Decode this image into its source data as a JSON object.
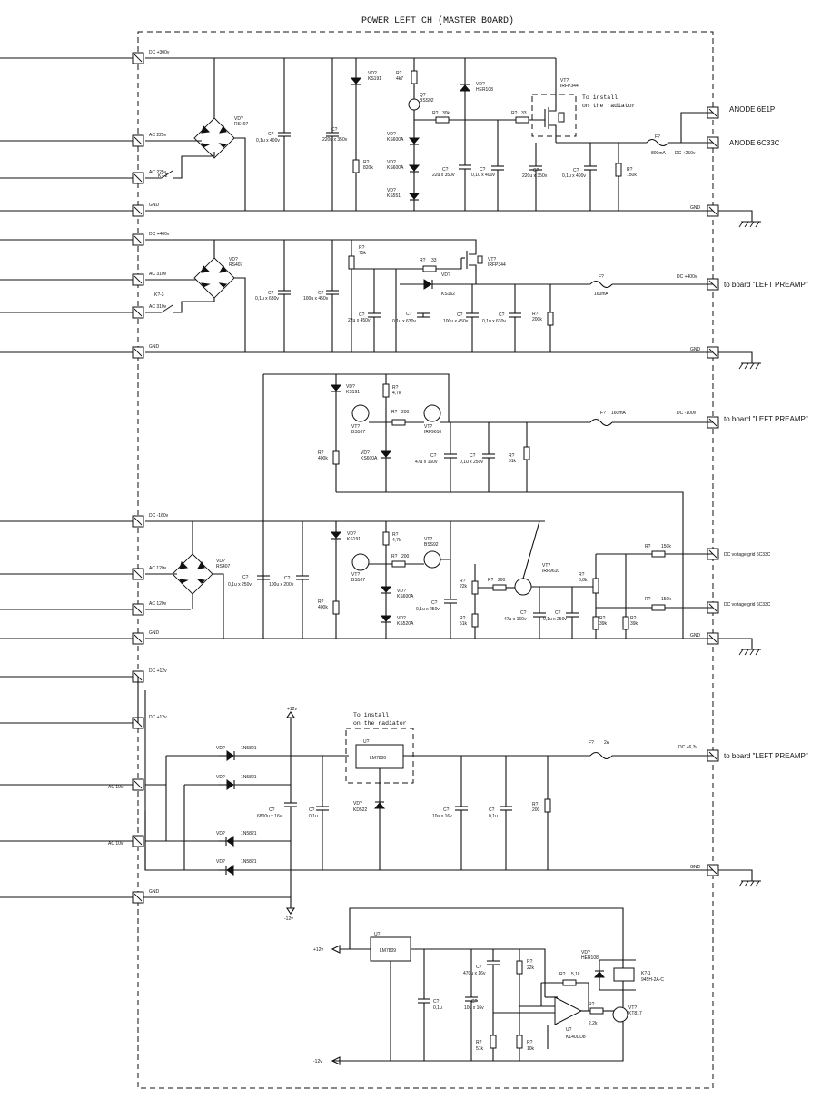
{
  "title": "POWER LEFT CH (MASTER BOARD)",
  "inputs": {
    "s1": [
      "DC +300v",
      "AC 225v",
      "AC 225v",
      "GND"
    ],
    "s2": [
      "DC +400v",
      "AC 310v",
      "AC 310v",
      "GND"
    ],
    "s3": [
      "DC -160v",
      "AC 120v",
      "AC 120v",
      "GND"
    ],
    "s4": [
      "DC +12v",
      "DC +12v",
      "GND"
    ],
    "s4ac": [
      "AC 10v",
      "AC 10v"
    ]
  },
  "outputs": {
    "anode1": "ANODE 6E1P",
    "anode2": "ANODE 6C33C",
    "preamp": "to board \"LEFT PREAMP\"",
    "grid": "DC voltage grid 6C33C",
    "dc250": "DC +250v",
    "dc400": "DC +400v",
    "dc100": "DC -100v",
    "dc63": "DC +6,3v",
    "gnd": "GND"
  },
  "notes": {
    "install1": "To install",
    "install2": "on the radiator"
  },
  "rails": {
    "p12": "+12v",
    "m12": "-12v"
  },
  "ics": {
    "lm7806": "LM7806",
    "lm7809": "LM7809",
    "opamp": "K140UD8",
    "relay": "945H-2A-C"
  },
  "ref": {
    "vd": "VD?",
    "vt": "VT?",
    "r": "R?",
    "c": "C?",
    "f": "F?",
    "u": "U?",
    "q": "Q?"
  },
  "kt": {
    "k2": "K?-2",
    "k3": "K?-3",
    "k1": "K?-1"
  },
  "values": {
    "bridge": "RS407",
    "c01_400": "0,1u x 400v",
    "c220_350": "220u x 350v",
    "vd_ks191": "KS191",
    "r_4k7": "4k7",
    "q_bss92": "BSS92",
    "vd_her108": "HER108",
    "r_30k": "30k",
    "r_33": "33",
    "vt_irfp": "IRFP344",
    "r_820k": "820k",
    "vd_ks600a": "KS600A",
    "vd_ks551": "KS551",
    "c22_350": "22u x 350v",
    "f_800": "800mA",
    "r_150k": "150k",
    "c01_630": "0,1u x 630v",
    "c100_450": "100u x 450v",
    "r_75k": "75k",
    "c22_450": "22u x 450v",
    "vd_ks162": "KS162",
    "f_160": "160mA",
    "r_200k": "200k",
    "r_47k": "4,7k",
    "vt_bs107": "BS107",
    "r_200": "200",
    "vt_irf9610": "IRF9610",
    "r_400k": "400k",
    "c47_160": "47u x 160v",
    "c01_250": "0,1u x 250v",
    "r_51k": "51k",
    "vd_ks520a": "KS520A",
    "c100_200": "100u x 200v",
    "r_22k": "22k",
    "r_68k": "6,8k",
    "r_39k": "39k",
    "r_150kb": "150k",
    "vd_1n": "1N5821",
    "c6800": "6800u x 16v",
    "c01": "0,1u",
    "c10_16": "10u x 16v",
    "f_2a": "2A",
    "vd_kd": "KD522",
    "r_200b": "200",
    "c470": "470u x 16v",
    "r_51kb": "5,1k",
    "r_22kb": "2,2k",
    "r_10k": "10k",
    "vt_kt": "KT817"
  }
}
